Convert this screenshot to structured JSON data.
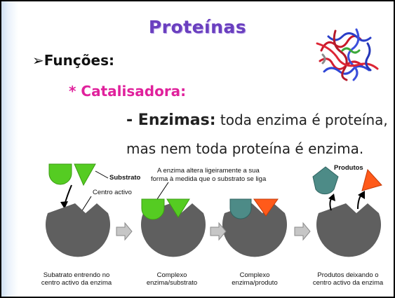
{
  "slide": {
    "title": "Proteínas",
    "bullet_marker": "➢",
    "heading": "Funções:",
    "subheading": "* Catalisadora:",
    "line1_term": "- Enzimas:",
    "line1_rest": "toda enzima é proteína,",
    "line2": "mas nem toda proteína é enzima."
  },
  "diagram": {
    "label_substrato": "Substrato",
    "label_centro": "Centro activo",
    "label_note_1": "A enzima altera ligeiramente a sua",
    "label_note_2": "forma à medida que o substrato se liga",
    "label_produtos": "Produtos",
    "captions": [
      {
        "l1": "Subatrato entrendo no",
        "l2": "centro activo da enzima"
      },
      {
        "l1": "Complexo",
        "l2": "enzima/substrato"
      },
      {
        "l1": "Complexo",
        "l2": "enzima/produto"
      },
      {
        "l1": "Produtos deixando o",
        "l2": "centro activo da enzima"
      }
    ]
  },
  "colors": {
    "title": "#6a3fbf",
    "subheading": "#e0219c",
    "enzyme": "#5f5f5f",
    "substrate": "#55cc22",
    "product_teal": "#4d8b87",
    "product_orange": "#ff5a1a",
    "arrow": "#a8a8a8"
  },
  "icons": [
    "protein-structure-icon",
    "right-arrow-icon"
  ]
}
